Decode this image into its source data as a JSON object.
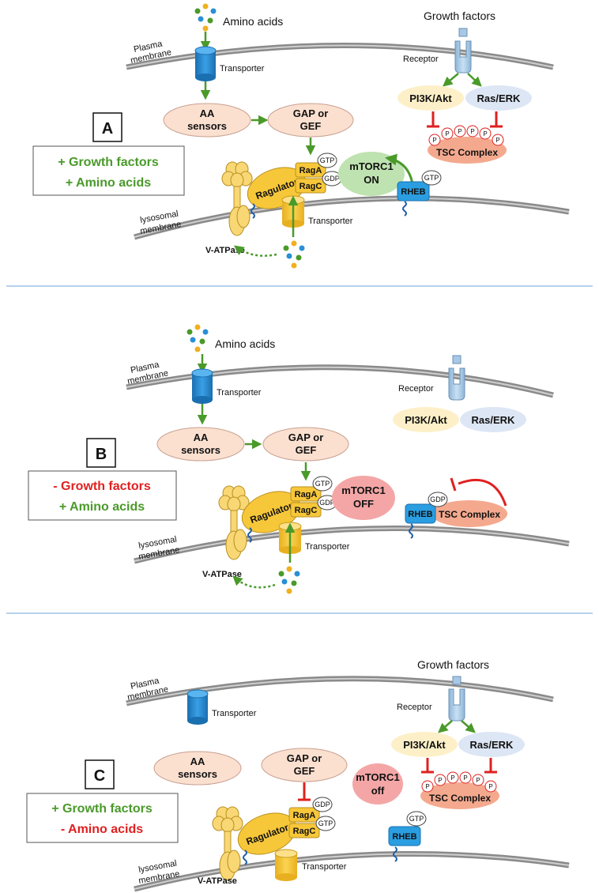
{
  "labels": {
    "amino_acids": "Amino acids",
    "growth_factors": "Growth factors",
    "plasma_membrane_1": "Plasma",
    "plasma_membrane_2": "membrane",
    "lysosomal_membrane_1": "lysosomal",
    "lysosomal_membrane_2": "membrane",
    "transporter": "Transporter",
    "receptor": "Receptor",
    "pi3k_akt": "PI3K/Akt",
    "ras_erk": "Ras/ERK",
    "tsc_complex": "TSC Complex",
    "p": "P",
    "aa_sensors_1": "AA",
    "aa_sensors_2": "sensors",
    "gap_gef_1": "GAP or",
    "gap_gef_2": "GEF",
    "raga": "RagA",
    "ragc": "RagC",
    "gtp": "GTP",
    "gdp": "GDP",
    "ragulator": "Ragulator",
    "v_atpase": "V-ATPase",
    "rheb": "RHEB",
    "mtorc1": "mTORC1"
  },
  "panels": [
    {
      "letter": "A",
      "condition_line1": "+ Growth factors",
      "condition_line2": "+ Amino acids",
      "mtorc1_state": "ON"
    },
    {
      "letter": "B",
      "condition_line1": "- Growth factors",
      "condition_line2": "+ Amino acids",
      "mtorc1_state": "OFF"
    },
    {
      "letter": "C",
      "condition_line1": "+ Growth factors",
      "condition_line2": "- Amino acids",
      "mtorc1_state": "off"
    }
  ],
  "colors": {
    "green": "#4a9a2a",
    "red": "#e02020",
    "membrane": "#8a8a8a",
    "transporter_blue": "#2a8fd6",
    "sensor_fill": "#fbe0d0",
    "pathway_yellow": "#fdf0c8",
    "pathway_blue": "#dde6f4",
    "tsc_fill": "#f4a98e",
    "rag_yellow": "#f7c73a",
    "mtorc1_on": "#bfe3b0",
    "mtorc1_off": "#f4a6a6",
    "rheb_blue": "#2a9ee0",
    "divider": "#9dc3e6"
  }
}
